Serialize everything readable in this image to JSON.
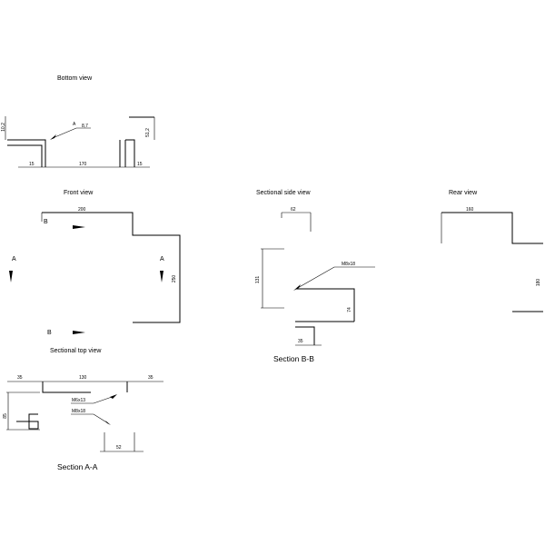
{
  "views": {
    "bottom": {
      "title": "Bottom view",
      "dims": {
        "d1": "10,2",
        "d2": "8,7",
        "d3": "51,2",
        "d4": "15",
        "d5": "170",
        "d6": "15"
      },
      "marker": "A"
    },
    "front": {
      "title": "Front view",
      "dims": {
        "d1": "200",
        "d2": "250"
      },
      "markers": {
        "b_top": "B",
        "b_bottom": "B",
        "a_left": "A",
        "a_right": "A"
      }
    },
    "side": {
      "title": "Sectional side view",
      "dims": {
        "d1": "62",
        "d2": "131",
        "d3": "74",
        "d4": "35"
      },
      "thread": "M8x18",
      "section": "Section B-B"
    },
    "rear": {
      "title": "Rear view",
      "dims": {
        "d1": "160",
        "d2": "180"
      }
    },
    "top": {
      "title": "Sectional top view",
      "dims": {
        "d1": "35",
        "d2": "130",
        "d3": "35",
        "d4": "85",
        "d5": "52"
      },
      "thread1": "M6x13",
      "thread2": "M8x18",
      "section": "Section A-A"
    }
  }
}
